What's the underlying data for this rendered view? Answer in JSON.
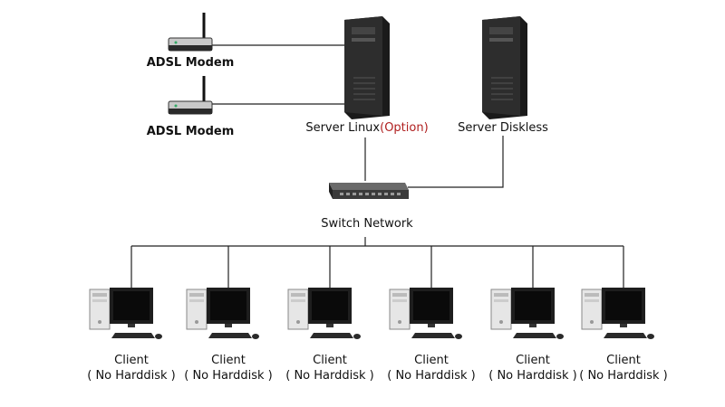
{
  "modems": [
    {
      "label": "ADSL Modem"
    },
    {
      "label": "ADSL Modem"
    }
  ],
  "server_linux": {
    "label": "Server Linux",
    "option": "(Option)",
    "option_color": "#b02020"
  },
  "server_diskless": {
    "label": "Server Diskless"
  },
  "switch": {
    "label": "Switch Network"
  },
  "clients": [
    {
      "line1": "Client",
      "line2": "( No Harddisk )"
    },
    {
      "line1": "Client",
      "line2": "( No Harddisk )"
    },
    {
      "line1": "Client",
      "line2": "( No Harddisk )"
    },
    {
      "line1": "Client",
      "line2": "( No Harddisk )"
    },
    {
      "line1": "Client",
      "line2": "( No Harddisk )"
    },
    {
      "line1": "Client",
      "line2": "( No Harddisk )"
    }
  ],
  "colors": {
    "line": "#222222",
    "device_dark": "#1a1a1a",
    "device_mid": "#3a3a3a",
    "screen": "#0a0a0a",
    "case_light": "#e8e8e8"
  }
}
